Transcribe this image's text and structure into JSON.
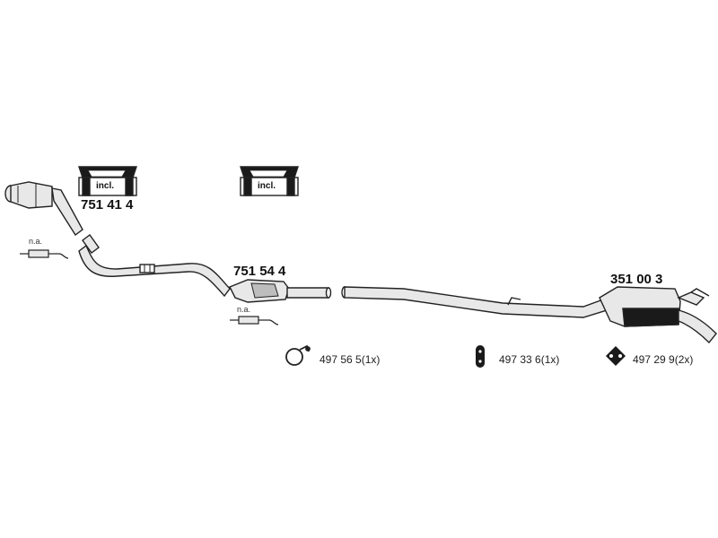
{
  "parts": {
    "front_pipe_cat": {
      "number": "751 41 4"
    },
    "middle_cat": {
      "number": "751 54 4"
    },
    "rear_silencer": {
      "number": "351 00 3"
    }
  },
  "kit_boxes": [
    {
      "label": "incl."
    },
    {
      "label": "incl."
    }
  ],
  "sensors": [
    {
      "label": "n.a."
    },
    {
      "label": "n.a."
    }
  ],
  "accessories": [
    {
      "icon": "clamp-icon",
      "label": "497 56 5(1x)"
    },
    {
      "icon": "rubber-mount-icon",
      "label": "497 33 6(1x)"
    },
    {
      "icon": "rubber-ring-icon",
      "label": "497 29 9(2x)"
    }
  ],
  "colors": {
    "line": "#222222",
    "fill_light": "#e8e8e8",
    "fill_dark": "#1a1a1a"
  }
}
